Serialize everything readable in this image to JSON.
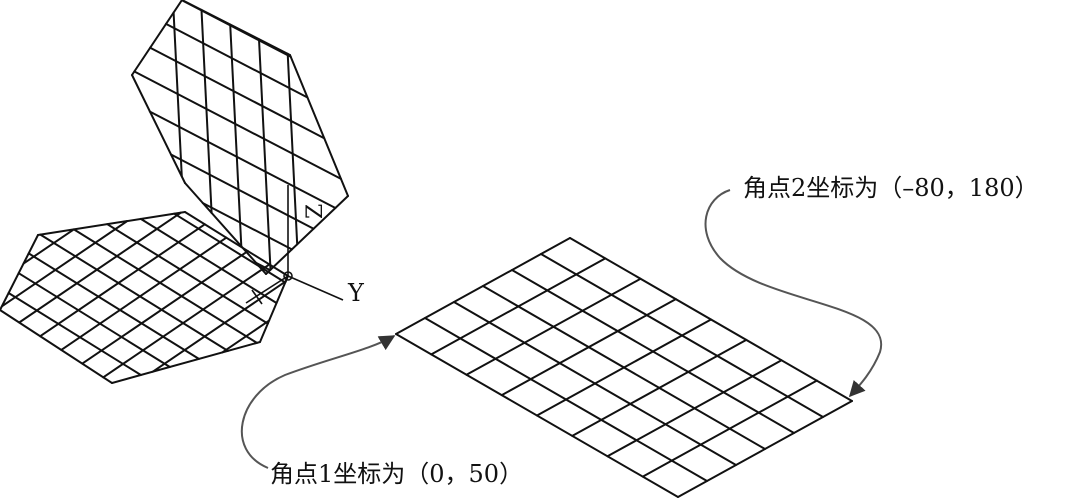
{
  "axes": {
    "z_label": "Z",
    "y_label": "Y",
    "x_label": "X"
  },
  "callouts": {
    "corner1": "角点1坐标为（0，50）",
    "corner2": "角点2坐标为（–80，180）"
  },
  "meshes": [
    {
      "name": "vertical-plane",
      "cols": 5,
      "rows": 6
    },
    {
      "name": "floor-hex-plane",
      "cols": 6,
      "rows": 6
    },
    {
      "name": "right-flat-plane",
      "cols": 8,
      "rows": 6
    }
  ],
  "colors": {
    "line": "#111111",
    "background": "#ffffff",
    "arrow": "#555555"
  }
}
